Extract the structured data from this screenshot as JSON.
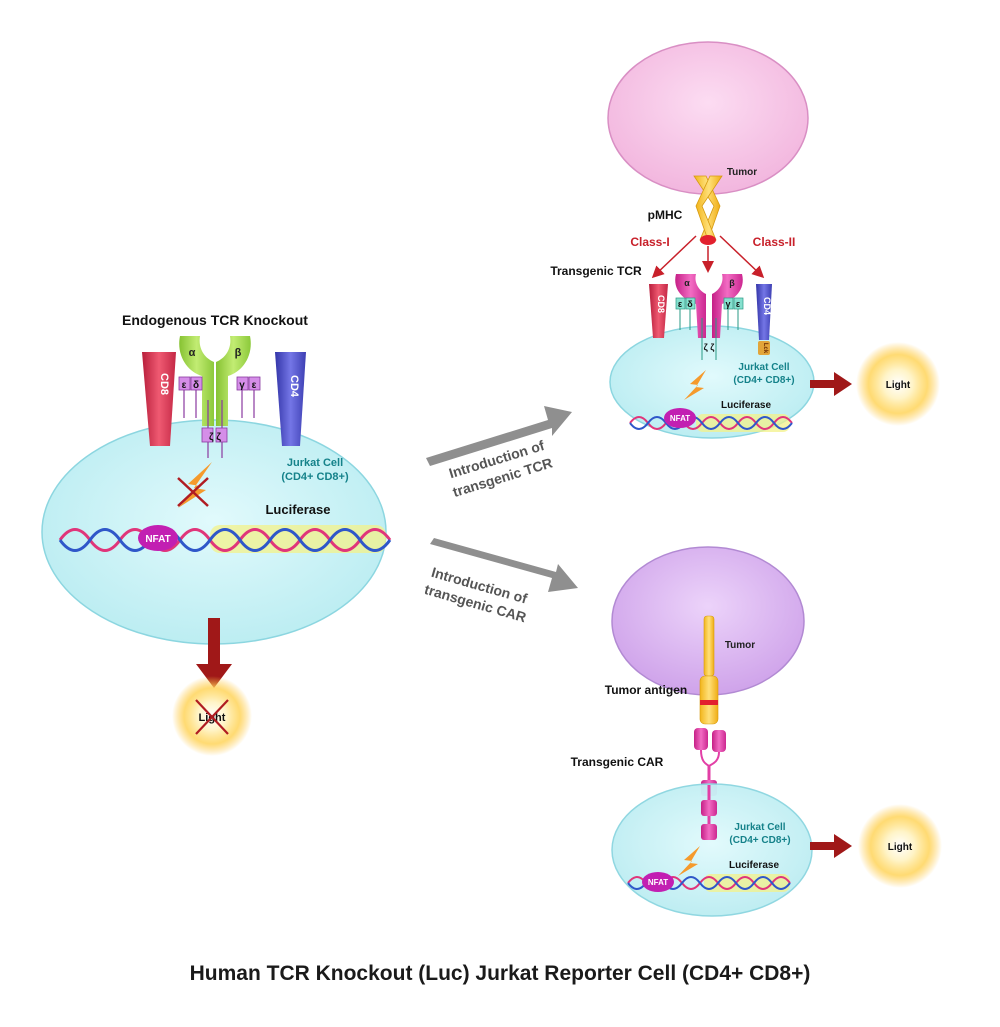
{
  "title": "Human TCR Knockout (Luc) Jurkat Reporter Cell (CD4+ CD8+)",
  "left_panel": {
    "heading": "Endogenous TCR Knockout",
    "cd8": "CD8",
    "cd4": "CD4",
    "alpha": "α",
    "beta": "β",
    "eps1": "ε",
    "delta": "δ",
    "gamma": "γ",
    "eps2": "ε",
    "zeta": "ζ ζ",
    "cell_name": "Jurkat Cell",
    "cell_phenotype": "(CD4+ CD8+)",
    "luciferase": "Luciferase",
    "nfat": "NFAT",
    "light": "Light"
  },
  "arrows": {
    "tcr_line1": "Introduction of",
    "tcr_line2": "transgenic TCR",
    "car_line1": "Introduction of",
    "car_line2": "transgenic CAR"
  },
  "top_right": {
    "tumor": "Tumor",
    "pmhc": "pMHC",
    "class1": "Class-I",
    "class2": "Class-II",
    "transgenic_tcr": "Transgenic TCR",
    "cd8": "CD8",
    "cd4": "CD4",
    "alpha": "α",
    "beta": "β",
    "eps1": "ε",
    "delta": "δ",
    "gamma": "γ",
    "eps2": "ε",
    "zeta": "ζ ζ",
    "lck": "Lck",
    "cell_name": "Jurkat Cell",
    "cell_phenotype": "(CD4+ CD8+)",
    "luciferase": "Luciferase",
    "nfat": "NFAT",
    "light": "Light"
  },
  "bottom_right": {
    "tumor": "Tumor",
    "tumor_antigen": "Tumor antigen",
    "transgenic_car": "Transgenic CAR",
    "cell_name": "Jurkat Cell",
    "cell_phenotype": "(CD4+ CD8+)",
    "luciferase": "Luciferase",
    "nfat": "NFAT",
    "light": "Light"
  },
  "colors": {
    "cell_fill": "#c9f1f4",
    "cell_stroke": "#8cd6e0",
    "tumor_top": "#f7c3e6",
    "tumor_bottom": "#d9b1ef",
    "cd8": "#e23f5c",
    "cd4": "#5355cf",
    "tcr_green": "#9fd64a",
    "tcr_magenta": "#e23fa6",
    "nfat": "#c21fb2",
    "dark_red_arrow": "#a01818",
    "gray_arrow": "#8f8f8f",
    "class_red": "#c8202a",
    "teal_text": "#15828a"
  }
}
